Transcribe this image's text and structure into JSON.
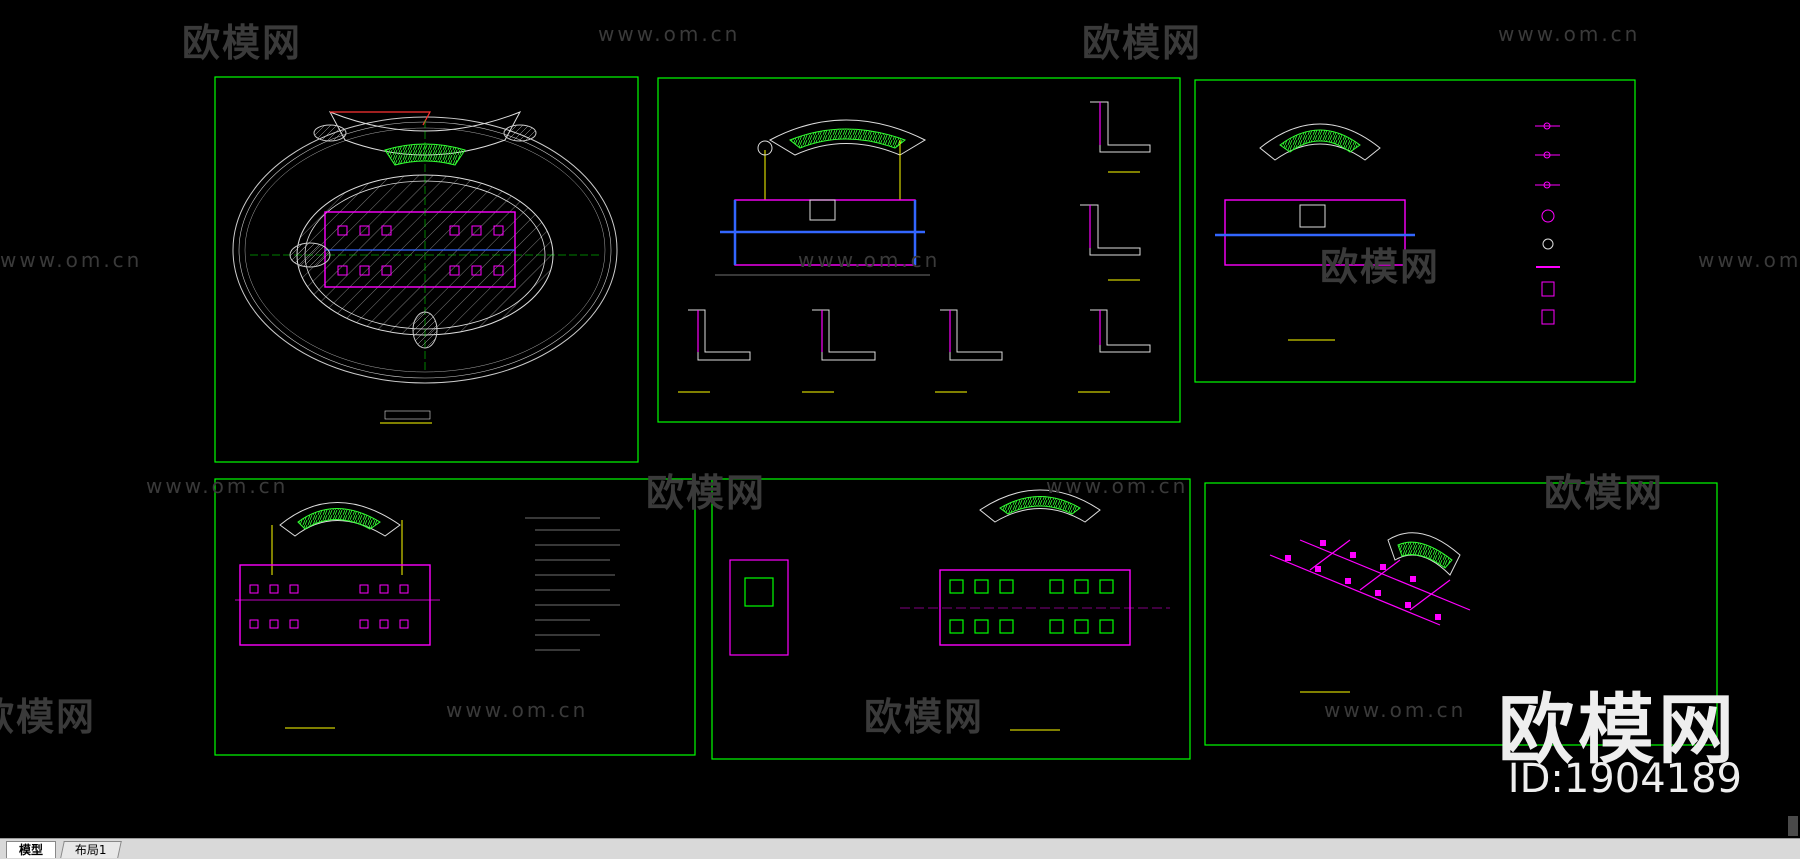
{
  "watermark": {
    "brand": "欧模网",
    "url": "www.om.cn"
  },
  "brand_overlay": {
    "name": "欧模网",
    "id": "ID:1904189"
  },
  "tabs": [
    {
      "label": "模型",
      "active": true
    },
    {
      "label": "布局1",
      "active": false
    }
  ],
  "colors": {
    "frame": "#00ff00",
    "layer_magenta": "#ff00ff",
    "layer_blue": "#0000ff",
    "layer_yellow": "#ffff00",
    "layer_white": "#ffffff",
    "layer_red": "#ff0000",
    "background": "#000000"
  }
}
